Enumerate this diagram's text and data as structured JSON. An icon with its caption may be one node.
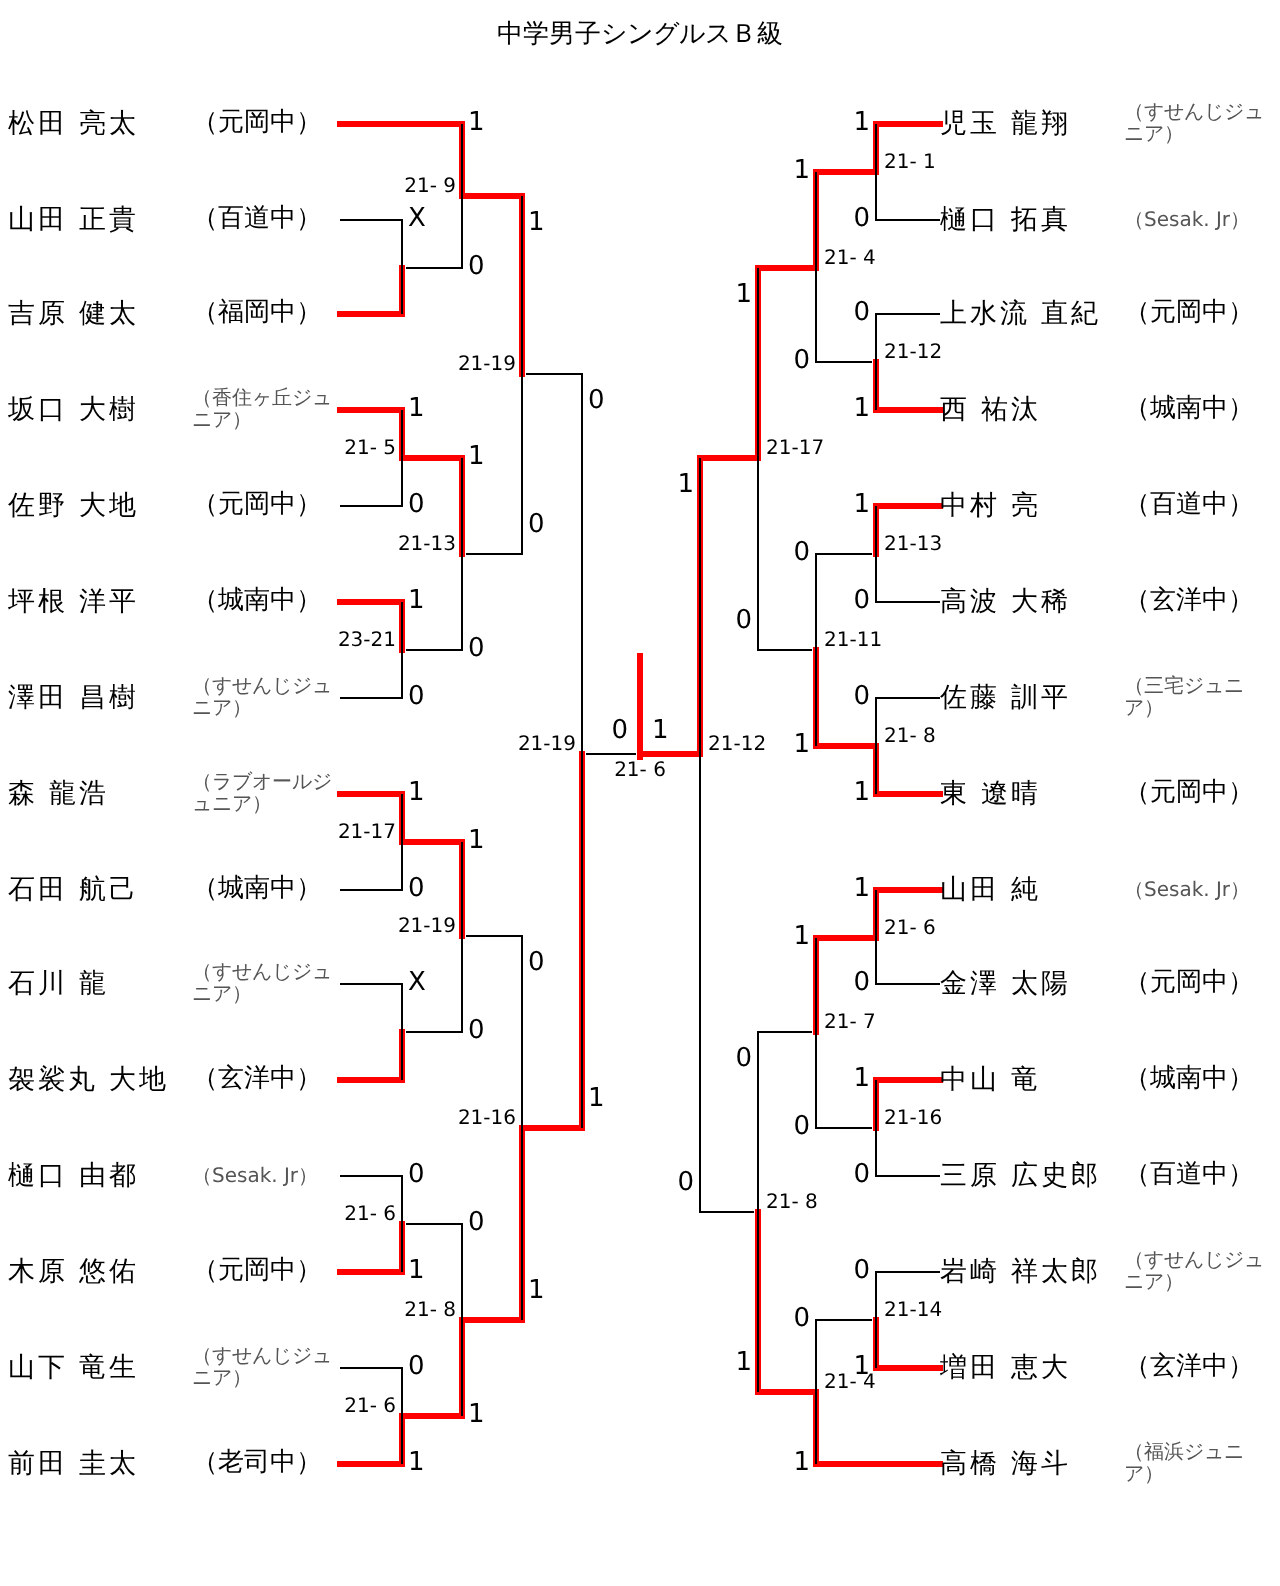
{
  "diagram": {
    "title": "中学男子シングルスＢ級",
    "nodes": [
      {
        "text": [
          "松田 亮太",
          "（元岡中）"
        ]
      },
      {
        "text": [
          "山田 正貴",
          "（百道中）"
        ]
      },
      {
        "text": [
          "吉原 健太",
          "（福岡中）"
        ]
      },
      {
        "text": [
          "坂口 大樹",
          "（香住ヶ丘ジュニア）"
        ]
      },
      {
        "text": [
          "佐野 大地",
          "（元岡中）"
        ]
      },
      {
        "text": [
          "坪根 洋平",
          "（城南中）"
        ]
      },
      {
        "text": [
          "澤田 昌樹",
          "（すせんじジュニア）"
        ]
      },
      {
        "text": [
          "森 龍浩",
          "（ラブオールジュニア）"
        ]
      },
      {
        "text": [
          "石田 航己",
          "（城南中）"
        ]
      },
      {
        "text": [
          "石川 龍",
          "（すせんじジュニア）"
        ]
      },
      {
        "text": [
          "袈裟丸 大地",
          "（玄洋中）"
        ]
      },
      {
        "text": [
          "樋口 由都",
          "（Sesak. Jr）"
        ]
      },
      {
        "text": [
          "木原 悠佑",
          "（元岡中）"
        ]
      },
      {
        "text": [
          "山下 竜生",
          "（すせんじジュニア）"
        ]
      },
      {
        "text": [
          "前田 圭太",
          "（老司中）"
        ]
      },
      {
        "text": [
          "児玉 龍翔",
          "（すせんじジュニア）"
        ]
      },
      {
        "text": [
          "樋口 拓真",
          "（Sesak. Jr）"
        ]
      },
      {
        "text": [
          "上水流 直紀",
          "（元岡中）"
        ]
      },
      {
        "text": [
          "西 祐汰",
          "（城南中）"
        ]
      },
      {
        "text": [
          "中村 亮",
          "（百道中）"
        ]
      },
      {
        "text": [
          "高波 大稀",
          "（玄洋中）"
        ]
      },
      {
        "text": [
          "佐藤 訓平",
          "（三宅ジュニア）"
        ]
      },
      {
        "text": [
          "東 遼晴",
          "（元岡中）"
        ]
      },
      {
        "text": [
          "山田 純",
          "（Sesak. Jr）"
        ]
      },
      {
        "text": [
          "金澤 太陽",
          "（元岡中）"
        ]
      },
      {
        "text": [
          "中山 竜",
          "（城南中）"
        ]
      },
      {
        "text": [
          "三原 広史郎",
          "（百道中）"
        ]
      },
      {
        "text": [
          "岩崎 祥太郎",
          "（すせんじジュニア）"
        ]
      },
      {
        "text": [
          "増田 恵大",
          "（玄洋中）"
        ]
      },
      {
        "text": [
          "高橋 海斗",
          "（福浜ジュニア）"
        ]
      },
      {
        "text": [],
        "shape": "bar"
      },
      {
        "text": [],
        "shape": "bar",
        "beside": [
          "21- 5"
        ]
      },
      {
        "text": [],
        "shape": "bar",
        "beside": [
          "23-21"
        ]
      },
      {
        "text": [],
        "shape": "bar",
        "beside": [
          "21-17"
        ]
      },
      {
        "text": [],
        "shape": "bar"
      },
      {
        "text": [],
        "shape": "bar",
        "beside": [
          "21- 6"
        ]
      },
      {
        "text": [],
        "shape": "bar",
        "beside": [
          "21- 6"
        ]
      },
      {
        "text": [],
        "shape": "bar",
        "beside": [
          "21- 9"
        ]
      },
      {
        "text": [],
        "shape": "bar",
        "beside": [
          "21-13"
        ]
      },
      {
        "text": [],
        "shape": "bar",
        "beside": [
          "21-19"
        ]
      },
      {
        "text": [],
        "shape": "bar",
        "beside": [
          "21- 8"
        ]
      },
      {
        "text": [],
        "shape": "bar",
        "beside": [
          "21-19"
        ]
      },
      {
        "text": [],
        "shape": "bar",
        "beside": [
          "21-16"
        ]
      },
      {
        "text": [],
        "shape": "bar",
        "beside": [
          "21-19"
        ]
      },
      {
        "text": [],
        "shape": "bar",
        "beside": [
          "21- 1"
        ]
      },
      {
        "text": [],
        "shape": "bar",
        "beside": [
          "21-12"
        ]
      },
      {
        "text": [],
        "shape": "bar",
        "beside": [
          "21-13"
        ]
      },
      {
        "text": [],
        "shape": "bar",
        "beside": [
          "21- 8"
        ]
      },
      {
        "text": [],
        "shape": "bar",
        "beside": [
          "21- 6"
        ]
      },
      {
        "text": [],
        "shape": "bar",
        "beside": [
          "21-16"
        ]
      },
      {
        "text": [],
        "shape": "bar",
        "beside": [
          "21-14"
        ]
      },
      {
        "text": [],
        "shape": "bar",
        "beside": [
          "21- 4"
        ]
      },
      {
        "text": [],
        "shape": "bar",
        "beside": [
          "21-11"
        ]
      },
      {
        "text": [],
        "shape": "bar",
        "beside": [
          "21- 7"
        ]
      },
      {
        "text": [],
        "shape": "bar",
        "beside": [
          "21- 4"
        ]
      },
      {
        "text": [],
        "shape": "bar",
        "beside": [
          "21-17"
        ]
      },
      {
        "text": [],
        "shape": "bar",
        "beside": [
          "21- 8"
        ]
      },
      {
        "text": [],
        "shape": "bar",
        "beside": [
          "21-12"
        ]
      },
      {
        "text": [],
        "shape": "bar",
        "beside": [
          "21- 6"
        ]
      }
    ],
    "edges": [
      {
        "from": 0,
        "to": 37,
        "arrow": "none",
        "label": "1"
      },
      {
        "from": 1,
        "to": 30,
        "arrow": "none",
        "label": "X",
        "color": "#000000"
      },
      {
        "from": 2,
        "to": 30,
        "arrow": "none"
      },
      {
        "from": 3,
        "to": 31,
        "arrow": "none",
        "label": "1"
      },
      {
        "from": 4,
        "to": 31,
        "arrow": "none",
        "label": "0",
        "color": "#000000"
      },
      {
        "from": 5,
        "to": 32,
        "arrow": "none",
        "label": "1"
      },
      {
        "from": 6,
        "to": 32,
        "arrow": "none",
        "label": "0",
        "color": "#000000"
      },
      {
        "from": 7,
        "to": 33,
        "arrow": "none",
        "label": "1"
      },
      {
        "from": 8,
        "to": 33,
        "arrow": "none",
        "label": "0",
        "color": "#000000"
      },
      {
        "from": 9,
        "to": 34,
        "arrow": "none",
        "label": "X",
        "color": "#000000"
      },
      {
        "from": 10,
        "to": 34,
        "arrow": "none"
      },
      {
        "from": 11,
        "to": 35,
        "arrow": "none",
        "label": "0",
        "color": "#000000"
      },
      {
        "from": 12,
        "to": 35,
        "arrow": "none",
        "label": "1"
      },
      {
        "from": 13,
        "to": 36,
        "arrow": "none",
        "label": "0",
        "color": "#000000"
      },
      {
        "from": 14,
        "to": 36,
        "arrow": "none",
        "label": "1"
      },
      {
        "from": 30,
        "to": 37,
        "arrow": "none",
        "label": "0",
        "color": "#000000"
      },
      {
        "from": 31,
        "to": 38,
        "arrow": "none",
        "label": "1"
      },
      {
        "from": 32,
        "to": 38,
        "arrow": "none",
        "label": "0",
        "color": "#000000"
      },
      {
        "from": 33,
        "to": 39,
        "arrow": "none",
        "label": "1"
      },
      {
        "from": 34,
        "to": 39,
        "arrow": "none",
        "label": "0",
        "color": "#000000"
      },
      {
        "from": 35,
        "to": 40,
        "arrow": "none",
        "label": "0",
        "color": "#000000"
      },
      {
        "from": 36,
        "to": 40,
        "arrow": "none",
        "label": "1"
      },
      {
        "from": 37,
        "to": 41,
        "arrow": "none",
        "label": "1"
      },
      {
        "from": 38,
        "to": 41,
        "arrow": "none",
        "label": "0",
        "color": "#000000"
      },
      {
        "from": 39,
        "to": 42,
        "arrow": "none",
        "label": "0",
        "color": "#000000"
      },
      {
        "from": 40,
        "to": 42,
        "arrow": "none",
        "label": "1"
      },
      {
        "from": 41,
        "to": 43,
        "arrow": "none",
        "label": "0",
        "color": "#000000"
      },
      {
        "from": 42,
        "to": 43,
        "arrow": "none",
        "label": "1"
      },
      {
        "from": 43,
        "to": 58,
        "arrow": "none",
        "label": "0",
        "color": "#000000"
      },
      {
        "from": 15,
        "to": 44,
        "arrow": "none",
        "label": "1"
      },
      {
        "from": 16,
        "to": 44,
        "arrow": "none",
        "label": "0",
        "color": "#000000"
      },
      {
        "from": 17,
        "to": 45,
        "arrow": "none",
        "label": "0",
        "color": "#000000"
      },
      {
        "from": 18,
        "to": 45,
        "arrow": "none",
        "label": "1"
      },
      {
        "from": 19,
        "to": 46,
        "arrow": "none",
        "label": "1"
      },
      {
        "from": 20,
        "to": 46,
        "arrow": "none",
        "label": "0",
        "color": "#000000"
      },
      {
        "from": 21,
        "to": 47,
        "arrow": "none",
        "label": "0",
        "color": "#000000"
      },
      {
        "from": 22,
        "to": 47,
        "arrow": "none",
        "label": "1"
      },
      {
        "from": 23,
        "to": 48,
        "arrow": "none",
        "label": "1"
      },
      {
        "from": 24,
        "to": 48,
        "arrow": "none",
        "label": "0",
        "color": "#000000"
      },
      {
        "from": 25,
        "to": 49,
        "arrow": "none",
        "label": "1"
      },
      {
        "from": 26,
        "to": 49,
        "arrow": "none",
        "label": "0",
        "color": "#000000"
      },
      {
        "from": 27,
        "to": 50,
        "arrow": "none",
        "label": "0",
        "color": "#000000"
      },
      {
        "from": 28,
        "to": 50,
        "arrow": "none",
        "label": "1"
      },
      {
        "from": 29,
        "to": 54,
        "arrow": "none",
        "label": "1"
      },
      {
        "from": 44,
        "to": 51,
        "arrow": "none",
        "label": "1"
      },
      {
        "from": 45,
        "to": 51,
        "arrow": "none",
        "label": "0",
        "color": "#000000"
      },
      {
        "from": 46,
        "to": 52,
        "arrow": "none",
        "label": "0",
        "color": "#000000"
      },
      {
        "from": 47,
        "to": 52,
        "arrow": "none",
        "label": "1"
      },
      {
        "from": 48,
        "to": 53,
        "arrow": "none",
        "label": "1"
      },
      {
        "from": 49,
        "to": 53,
        "arrow": "none",
        "label": "0",
        "color": "#000000"
      },
      {
        "from": 50,
        "to": 54,
        "arrow": "none",
        "label": "0",
        "color": "#000000"
      },
      {
        "from": 51,
        "to": 55,
        "arrow": "none",
        "label": "1"
      },
      {
        "from": 52,
        "to": 55,
        "arrow": "none",
        "label": "0",
        "color": "#000000"
      },
      {
        "from": 53,
        "to": 56,
        "arrow": "none",
        "label": "0",
        "color": "#000000"
      },
      {
        "from": 54,
        "to": 56,
        "arrow": "none",
        "label": "1"
      },
      {
        "from": 55,
        "to": 57,
        "arrow": "none",
        "label": "1"
      },
      {
        "from": 56,
        "to": 57,
        "arrow": "none",
        "label": "0",
        "color": "#000000"
      },
      {
        "from": 57,
        "to": 58,
        "arrow": "none",
        "label": "1"
      },
      {
        "from": 58,
        "to": null,
        "arrow": "none"
      }
    ]
  }
}
